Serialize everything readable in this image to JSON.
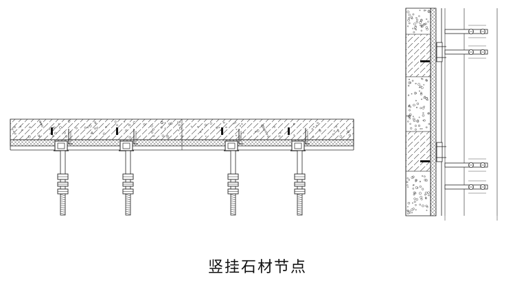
{
  "caption": "竖挂石材节点",
  "colors": {
    "line": "#222222",
    "background": "#ffffff"
  },
  "views": [
    {
      "id": "plan-view",
      "anchor_count": 4
    },
    {
      "id": "section-view",
      "bracket_count": 4
    }
  ]
}
